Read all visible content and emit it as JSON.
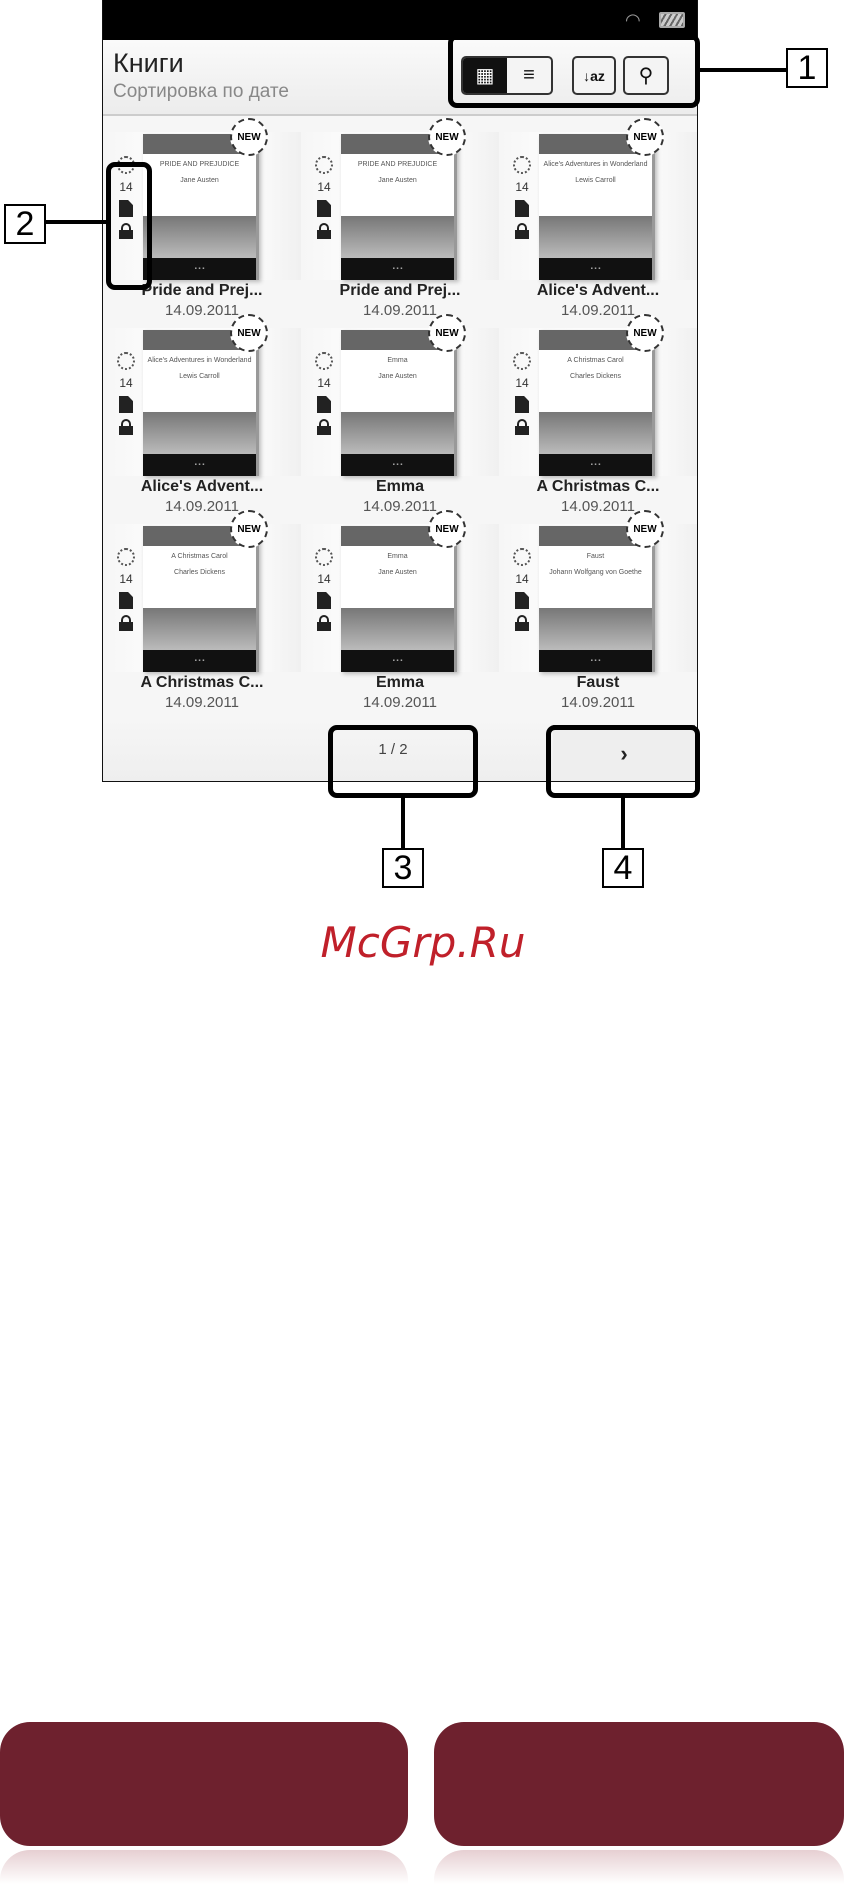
{
  "header": {
    "title": "Книги",
    "subtitle": "Сортировка по дате"
  },
  "toolbar": {
    "grid_view": "▦",
    "list_view": "≡",
    "sort": "↓az",
    "search": "⚲"
  },
  "books": [
    {
      "title": "Pride and Prej...",
      "date": "14.09.2011",
      "cover_title": "PRIDE AND PREJUDICE",
      "cover_author": "Jane Austen",
      "pages": "14",
      "badge": "NEW"
    },
    {
      "title": "Pride and Prej...",
      "date": "14.09.2011",
      "cover_title": "PRIDE AND PREJUDICE",
      "cover_author": "Jane Austen",
      "pages": "14",
      "badge": "NEW"
    },
    {
      "title": "Alice's Advent...",
      "date": "14.09.2011",
      "cover_title": "Alice's Adventures in Wonderland",
      "cover_author": "Lewis Carroll",
      "pages": "14",
      "badge": "NEW"
    },
    {
      "title": "Alice's Advent...",
      "date": "14.09.2011",
      "cover_title": "Alice's Adventures in Wonderland",
      "cover_author": "Lewis Carroll",
      "pages": "14",
      "badge": "NEW"
    },
    {
      "title": "Emma",
      "date": "14.09.2011",
      "cover_title": "Emma",
      "cover_author": "Jane Austen",
      "pages": "14",
      "badge": "NEW"
    },
    {
      "title": "A Christmas C...",
      "date": "14.09.2011",
      "cover_title": "A Christmas Carol",
      "cover_author": "Charles Dickens",
      "pages": "14",
      "badge": "NEW"
    },
    {
      "title": "A Christmas C...",
      "date": "14.09.2011",
      "cover_title": "A Christmas Carol",
      "cover_author": "Charles Dickens",
      "pages": "14",
      "badge": "NEW"
    },
    {
      "title": "Emma",
      "date": "14.09.2011",
      "cover_title": "Emma",
      "cover_author": "Jane Austen",
      "pages": "14",
      "badge": "NEW"
    },
    {
      "title": "Faust",
      "date": "14.09.2011",
      "cover_title": "Faust",
      "cover_author": "Johann Wolfgang von Goethe",
      "pages": "14",
      "badge": "NEW"
    }
  ],
  "pager": {
    "indicator": "1 / 2",
    "next": "›"
  },
  "callouts": {
    "c1": "1",
    "c2": "2",
    "c3": "3",
    "c4": "4"
  },
  "watermark": "McGrp.Ru",
  "colors": {
    "nav_button": "#6e212e",
    "watermark": "#c0202a"
  }
}
